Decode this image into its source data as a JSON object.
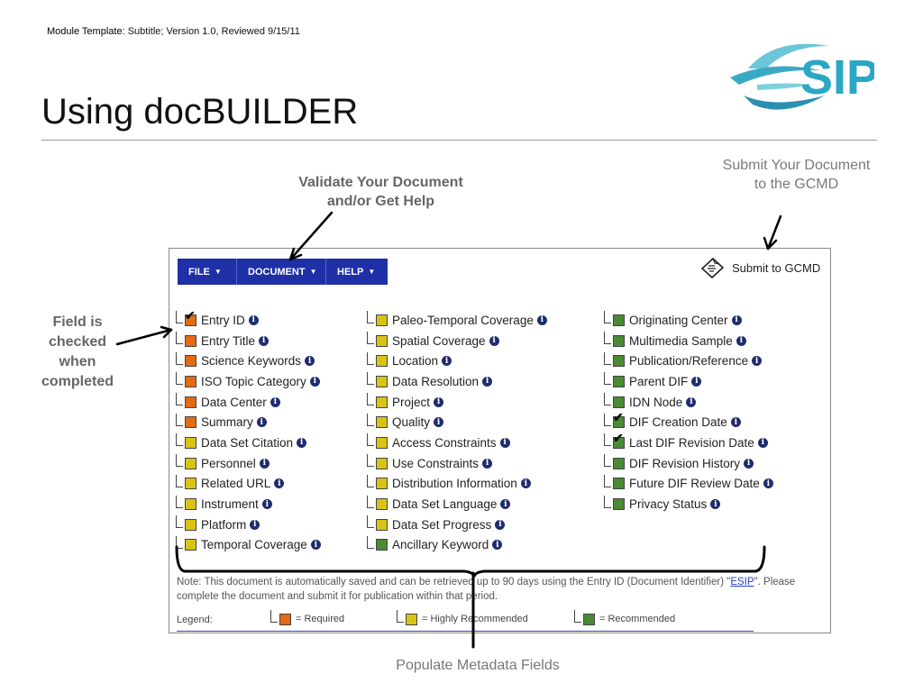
{
  "slide": {
    "header_bold": "Module Template",
    "header_rest": ": Subtitle; Version 1.0, Reviewed 9/15/11",
    "title": "Using docBUILDER",
    "logo_text": "SIP"
  },
  "annotations": {
    "validate_line1": "Validate Your Document",
    "validate_line2": "and/or Get Help",
    "submit_line1": "Submit Your Document",
    "submit_line2": "to the GCMD",
    "field_line1": "Field is",
    "field_line2": "checked",
    "field_line3": "when",
    "field_line4": "completed",
    "populate": "Populate Metadata Fields"
  },
  "app": {
    "menu": {
      "file": "FILE",
      "document": "DOCUMENT",
      "help": "HELP"
    },
    "submit_label": "Submit to GCMD",
    "columns": [
      [
        {
          "label": "Entry ID",
          "level": "req",
          "checked": true
        },
        {
          "label": "Entry Title",
          "level": "req",
          "checked": false
        },
        {
          "label": "Science Keywords",
          "level": "req",
          "checked": false
        },
        {
          "label": "ISO Topic Category",
          "level": "req",
          "checked": false
        },
        {
          "label": "Data Center",
          "level": "req",
          "checked": false
        },
        {
          "label": "Summary",
          "level": "req",
          "checked": false
        },
        {
          "label": "Data Set Citation",
          "level": "high",
          "checked": false
        },
        {
          "label": "Personnel",
          "level": "high",
          "checked": false
        },
        {
          "label": "Related URL",
          "level": "high",
          "checked": false
        },
        {
          "label": "Instrument",
          "level": "high",
          "checked": false
        },
        {
          "label": "Platform",
          "level": "high",
          "checked": false
        },
        {
          "label": "Temporal Coverage",
          "level": "high",
          "checked": false
        }
      ],
      [
        {
          "label": "Paleo-Temporal Coverage",
          "level": "high",
          "checked": false
        },
        {
          "label": "Spatial Coverage",
          "level": "high",
          "checked": false
        },
        {
          "label": "Location",
          "level": "high",
          "checked": false
        },
        {
          "label": "Data Resolution",
          "level": "high",
          "checked": false
        },
        {
          "label": "Project",
          "level": "high",
          "checked": false
        },
        {
          "label": "Quality",
          "level": "high",
          "checked": false
        },
        {
          "label": "Access Constraints",
          "level": "high",
          "checked": false
        },
        {
          "label": "Use Constraints",
          "level": "high",
          "checked": false
        },
        {
          "label": "Distribution Information",
          "level": "high",
          "checked": false
        },
        {
          "label": "Data Set Language",
          "level": "high",
          "checked": false
        },
        {
          "label": "Data Set Progress",
          "level": "high",
          "checked": false
        },
        {
          "label": "Ancillary Keyword",
          "level": "rec",
          "checked": false
        }
      ],
      [
        {
          "label": "Originating Center",
          "level": "rec",
          "checked": false
        },
        {
          "label": "Multimedia Sample",
          "level": "rec",
          "checked": false
        },
        {
          "label": "Publication/Reference",
          "level": "rec",
          "checked": false
        },
        {
          "label": "Parent DIF",
          "level": "rec",
          "checked": false
        },
        {
          "label": "IDN Node",
          "level": "rec",
          "checked": false
        },
        {
          "label": "DIF Creation Date",
          "level": "rec",
          "checked": true
        },
        {
          "label": "Last DIF Revision Date",
          "level": "rec",
          "checked": true
        },
        {
          "label": "DIF Revision History",
          "level": "rec",
          "checked": false
        },
        {
          "label": "Future DIF Review Date",
          "level": "rec",
          "checked": false
        },
        {
          "label": "Privacy Status",
          "level": "rec",
          "checked": false
        }
      ]
    ],
    "note_part1": "Note: This document is automatically saved and can be retrieved up to 90 days using the Entry ID (Document Identifier) \"",
    "note_link": "ESIP",
    "note_part2": "\". Please complete the document and submit it for publication within that period.",
    "legend": {
      "label": "Legend:",
      "required": "= Required",
      "highly": "= Highly Recommended",
      "recommended": "= Recommended"
    },
    "colors": {
      "req": "#e46a14",
      "high": "#d9c414",
      "rec": "#4a8a34",
      "menu": "#1f2fa6"
    }
  }
}
